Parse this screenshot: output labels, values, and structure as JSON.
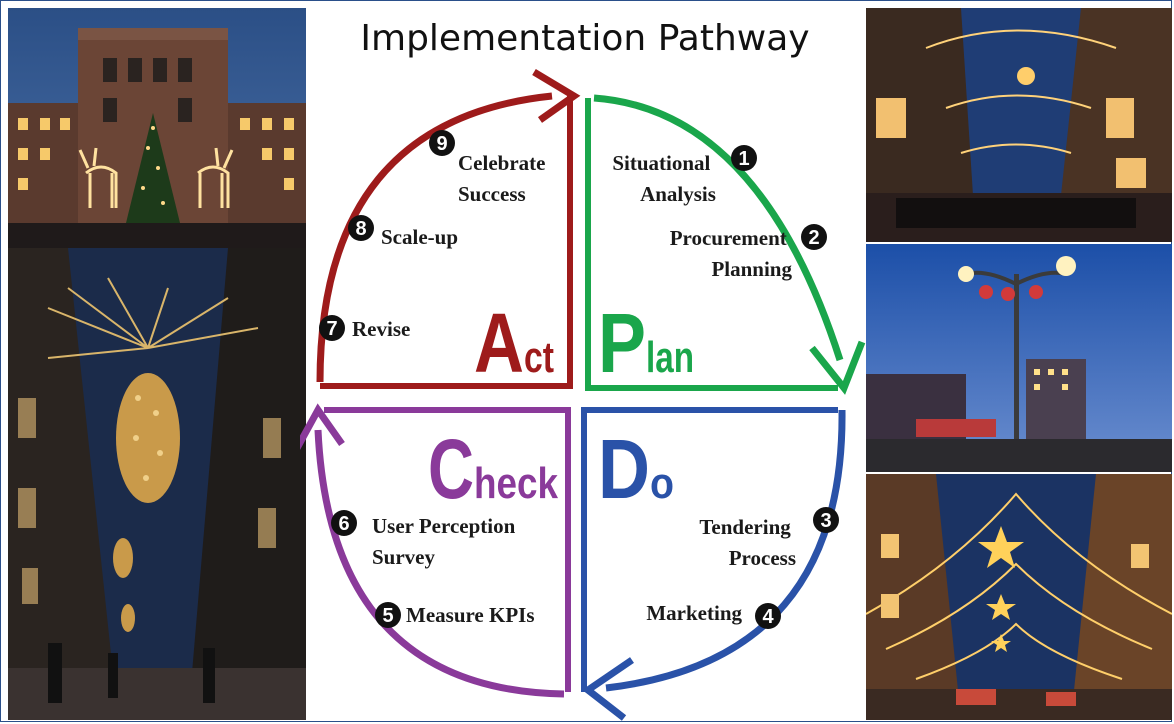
{
  "title": "Implementation Pathway",
  "quadrants": {
    "plan": {
      "big": "P",
      "small": "lan",
      "color": "#1aa64b"
    },
    "do": {
      "big": "D",
      "small": "o",
      "color": "#2a52a8"
    },
    "check": {
      "big": "C",
      "small": "heck",
      "color": "#8a3a9a"
    },
    "act": {
      "big": "A",
      "small": "ct",
      "color": "#9e1b1b"
    }
  },
  "steps": [
    {
      "num": "1",
      "lines": [
        "Situational",
        "Analysis"
      ]
    },
    {
      "num": "2",
      "lines": [
        "Procurement",
        "Planning"
      ]
    },
    {
      "num": "3",
      "lines": [
        "Tendering",
        "Process"
      ]
    },
    {
      "num": "4",
      "lines": [
        "Marketing"
      ]
    },
    {
      "num": "5",
      "lines": [
        "Measure KPIs"
      ]
    },
    {
      "num": "6",
      "lines": [
        "User Perception",
        "Survey"
      ]
    },
    {
      "num": "7",
      "lines": [
        "Revise"
      ]
    },
    {
      "num": "8",
      "lines": [
        "Scale-up"
      ]
    },
    {
      "num": "9",
      "lines": [
        "Celebrate",
        "Success"
      ]
    }
  ]
}
